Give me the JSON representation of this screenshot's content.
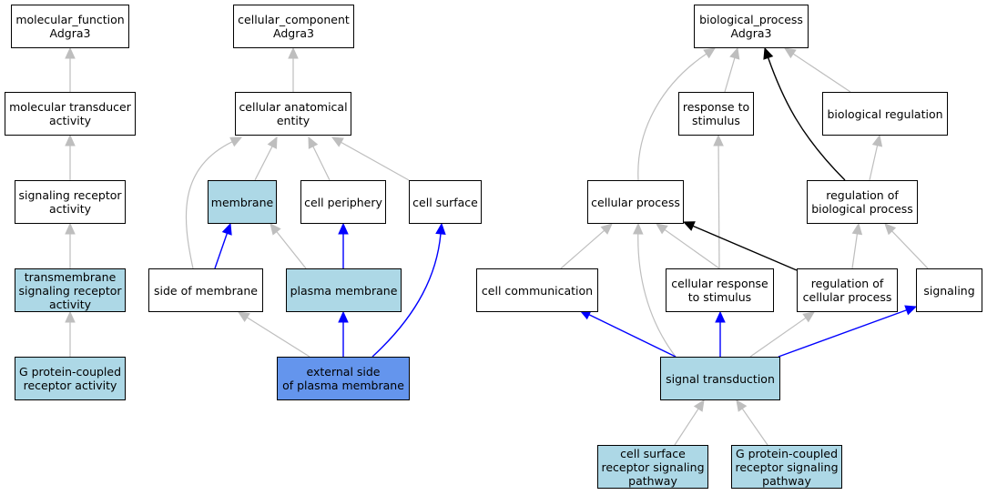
{
  "colors": {
    "default_fill": "#ffffff",
    "annotated_fill": "#add8e6",
    "focus_fill": "#6495ed",
    "is_a_edge": "#bebebe",
    "part_of_edge": "#0000ff",
    "regulates_edge": "#000000"
  },
  "nodes": {
    "mf_root": {
      "label": "molecular_function\nAdgra3",
      "fill": "default"
    },
    "mol_transducer": {
      "label": "molecular transducer\nactivity",
      "fill": "default"
    },
    "sig_receptor": {
      "label": "signaling receptor\nactivity",
      "fill": "default"
    },
    "tm_sig_receptor": {
      "label": "transmembrane\nsignaling receptor\nactivity",
      "fill": "annotated"
    },
    "gpcr_activity": {
      "label": "G protein-coupled\nreceptor activity",
      "fill": "annotated"
    },
    "cc_root": {
      "label": "cellular_component\nAdgra3",
      "fill": "default"
    },
    "cell_anat": {
      "label": "cellular anatomical\nentity",
      "fill": "default"
    },
    "membrane": {
      "label": "membrane",
      "fill": "annotated"
    },
    "cell_periphery": {
      "label": "cell periphery",
      "fill": "default"
    },
    "cell_surface": {
      "label": "cell surface",
      "fill": "default"
    },
    "side_membrane": {
      "label": "side of membrane",
      "fill": "default"
    },
    "plasma_membrane": {
      "label": "plasma membrane",
      "fill": "annotated"
    },
    "ext_side_pm": {
      "label": "external side\nof plasma membrane",
      "fill": "focus"
    },
    "bp_root": {
      "label": "biological_process\nAdgra3",
      "fill": "default"
    },
    "response_stim": {
      "label": "response to\nstimulus",
      "fill": "default"
    },
    "bio_regulation": {
      "label": "biological regulation",
      "fill": "default"
    },
    "cellular_process": {
      "label": "cellular process",
      "fill": "default"
    },
    "reg_bio_process": {
      "label": "regulation of\nbiological process",
      "fill": "default"
    },
    "cell_communication": {
      "label": "cell communication",
      "fill": "default"
    },
    "cell_resp_stim": {
      "label": "cellular response\nto stimulus",
      "fill": "default"
    },
    "reg_cell_process": {
      "label": "regulation of\ncellular process",
      "fill": "default"
    },
    "signaling": {
      "label": "signaling",
      "fill": "default"
    },
    "signal_transduction": {
      "label": "signal transduction",
      "fill": "annotated"
    },
    "cs_receptor_pathway": {
      "label": "cell surface\nreceptor signaling\npathway",
      "fill": "annotated"
    },
    "gpcr_pathway": {
      "label": "G protein-coupled\nreceptor signaling\npathway",
      "fill": "annotated"
    }
  },
  "edges": [
    {
      "from": "mol_transducer",
      "to": "mf_root",
      "type": "is_a"
    },
    {
      "from": "sig_receptor",
      "to": "mol_transducer",
      "type": "is_a"
    },
    {
      "from": "tm_sig_receptor",
      "to": "sig_receptor",
      "type": "is_a"
    },
    {
      "from": "gpcr_activity",
      "to": "tm_sig_receptor",
      "type": "is_a"
    },
    {
      "from": "cell_anat",
      "to": "cc_root",
      "type": "is_a"
    },
    {
      "from": "membrane",
      "to": "cell_anat",
      "type": "is_a"
    },
    {
      "from": "cell_periphery",
      "to": "cell_anat",
      "type": "is_a"
    },
    {
      "from": "cell_surface",
      "to": "cell_anat",
      "type": "is_a"
    },
    {
      "from": "side_membrane",
      "to": "cell_anat",
      "type": "is_a"
    },
    {
      "from": "side_membrane",
      "to": "membrane",
      "type": "part_of"
    },
    {
      "from": "plasma_membrane",
      "to": "membrane",
      "type": "is_a"
    },
    {
      "from": "plasma_membrane",
      "to": "cell_periphery",
      "type": "part_of"
    },
    {
      "from": "ext_side_pm",
      "to": "side_membrane",
      "type": "is_a"
    },
    {
      "from": "ext_side_pm",
      "to": "plasma_membrane",
      "type": "part_of"
    },
    {
      "from": "ext_side_pm",
      "to": "cell_surface",
      "type": "part_of"
    },
    {
      "from": "cellular_process",
      "to": "bp_root",
      "type": "is_a"
    },
    {
      "from": "response_stim",
      "to": "bp_root",
      "type": "is_a"
    },
    {
      "from": "bio_regulation",
      "to": "bp_root",
      "type": "is_a"
    },
    {
      "from": "reg_bio_process",
      "to": "bp_root",
      "type": "regulates"
    },
    {
      "from": "reg_bio_process",
      "to": "bio_regulation",
      "type": "is_a"
    },
    {
      "from": "cell_communication",
      "to": "cellular_process",
      "type": "is_a"
    },
    {
      "from": "cell_resp_stim",
      "to": "cellular_process",
      "type": "is_a"
    },
    {
      "from": "cell_resp_stim",
      "to": "response_stim",
      "type": "is_a"
    },
    {
      "from": "reg_cell_process",
      "to": "cellular_process",
      "type": "regulates"
    },
    {
      "from": "reg_cell_process",
      "to": "reg_bio_process",
      "type": "is_a"
    },
    {
      "from": "signaling",
      "to": "reg_bio_process",
      "type": "is_a"
    },
    {
      "from": "signal_transduction",
      "to": "cellular_process",
      "type": "is_a"
    },
    {
      "from": "signal_transduction",
      "to": "cell_communication",
      "type": "part_of"
    },
    {
      "from": "signal_transduction",
      "to": "cell_resp_stim",
      "type": "part_of"
    },
    {
      "from": "signal_transduction",
      "to": "reg_cell_process",
      "type": "is_a"
    },
    {
      "from": "signal_transduction",
      "to": "signaling",
      "type": "part_of"
    },
    {
      "from": "cs_receptor_pathway",
      "to": "signal_transduction",
      "type": "is_a"
    },
    {
      "from": "gpcr_pathway",
      "to": "signal_transduction",
      "type": "is_a"
    }
  ]
}
